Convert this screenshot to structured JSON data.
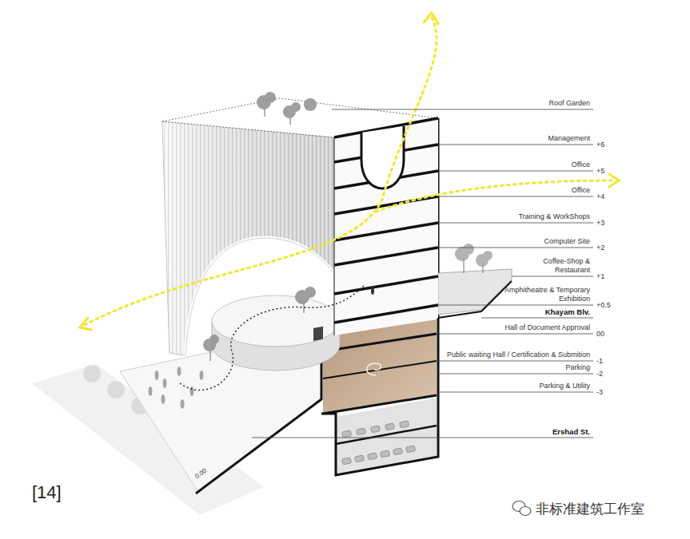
{
  "diagram": {
    "labels": [
      "Roof Garden",
      "Management",
      "+6",
      "Office",
      "+5",
      "Office",
      "+4",
      "Training & WorkShops",
      "+3",
      "Computer Site",
      "+2",
      "Coffee-Shop & Restaurant",
      "+1",
      "Amphitheatre & Temporary Exhibition",
      "+0.5",
      "Khayam Blv.",
      "Hall of Document Approval",
      "00",
      "Public waiting Hall / Certification & Submition",
      "-1",
      "Parking",
      "-2",
      "Parking & Utility",
      "-3",
      "Ershad St.",
      "0.00",
      "[14]",
      "非标准建筑工作室"
    ]
  }
}
